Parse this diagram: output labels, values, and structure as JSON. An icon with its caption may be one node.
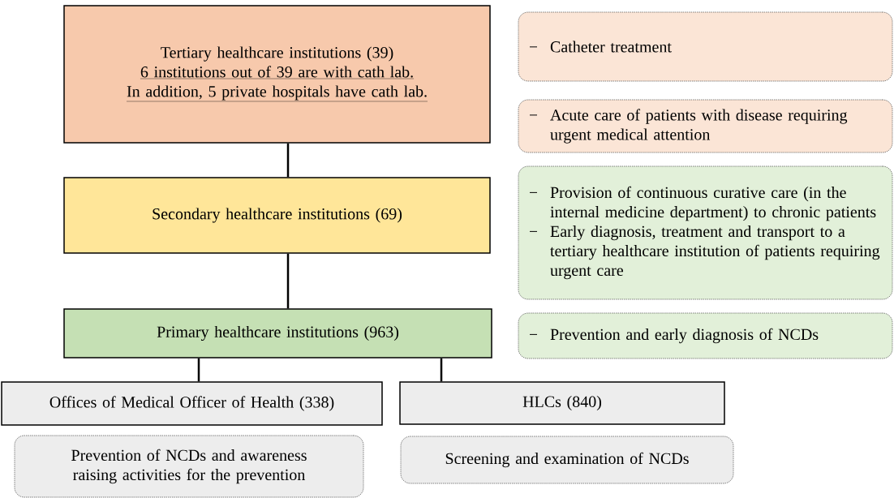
{
  "diagram": {
    "nodes": [
      {
        "text": [
          "Tertiary healthcare institutions (39)",
          "6 institutions out of 39 are with cath lab.",
          "In addition, 5 private hospitals have cath lab."
        ]
      },
      {
        "text": [
          "Secondary healthcare institutions (69)"
        ]
      },
      {
        "text": [
          "Primary healthcare institutions (963)"
        ]
      },
      {
        "text": [
          "Offices of Medical Officer of Health (338)"
        ]
      },
      {
        "text": [
          "HLCs (840)"
        ]
      },
      {
        "text": [
          "Prevention of NCDs and awareness raising activities for the prevention"
        ]
      },
      {
        "text": [
          "Screening and examination of NCDs"
        ]
      },
      {
        "text": [
          "Catheter treatment"
        ]
      },
      {
        "text": [
          "Acute care of patients with disease requiring urgent medical attention"
        ]
      },
      {
        "text": [
          "Provision of continuous curative care (in the internal medicine department) to chronic patients",
          "Early diagnosis, treatment and transport to a tertiary healthcare institution of patients requiring urgent care"
        ]
      },
      {
        "text": [
          "Prevention and early diagnosis of NCDs"
        ]
      }
    ],
    "edges": [
      {
        "from": 0,
        "to": 1,
        "arrow": "none"
      },
      {
        "from": 1,
        "to": 2,
        "arrow": "none"
      },
      {
        "from": 2,
        "to": 3,
        "arrow": "none"
      },
      {
        "from": 2,
        "to": 4,
        "arrow": "none"
      }
    ]
  }
}
